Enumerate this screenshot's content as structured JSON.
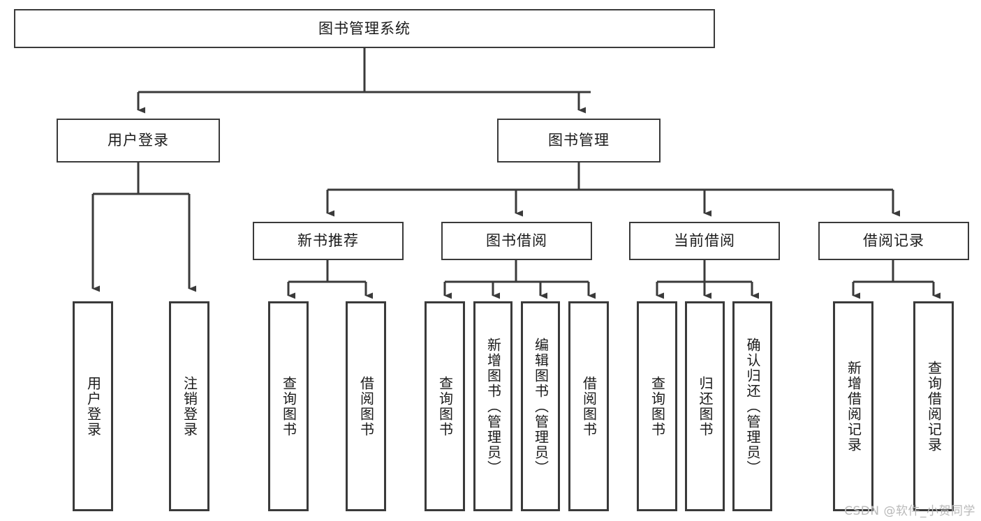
{
  "diagram": {
    "type": "tree",
    "orientation": "top-down",
    "root": {
      "id": "root",
      "label": "图书管理系统"
    },
    "level2": [
      {
        "id": "user-login",
        "label": "用户登录"
      },
      {
        "id": "book-manage",
        "label": "图书管理"
      }
    ],
    "level3": [
      {
        "id": "new-book-recommend",
        "label": "新书推荐",
        "parent": "book-manage"
      },
      {
        "id": "book-borrow",
        "label": "图书借阅",
        "parent": "book-manage"
      },
      {
        "id": "current-borrow",
        "label": "当前借阅",
        "parent": "book-manage"
      },
      {
        "id": "borrow-record",
        "label": "借阅记录",
        "parent": "book-manage"
      }
    ],
    "leaves": [
      {
        "id": "leaf-user-login",
        "label": "用户登录",
        "parent": "user-login"
      },
      {
        "id": "leaf-user-logout",
        "label": "注销登录",
        "parent": "user-login"
      },
      {
        "id": "leaf-query-book-1",
        "label": "查询图书",
        "parent": "new-book-recommend"
      },
      {
        "id": "leaf-borrow-book-1",
        "label": "借阅图书",
        "parent": "new-book-recommend"
      },
      {
        "id": "leaf-query-book-2",
        "label": "查询图书",
        "parent": "book-borrow"
      },
      {
        "id": "leaf-add-book",
        "label": "新增图书（管理员）",
        "parent": "book-borrow"
      },
      {
        "id": "leaf-edit-book",
        "label": "编辑图书（管理员）",
        "parent": "book-borrow"
      },
      {
        "id": "leaf-borrow-book-2",
        "label": "借阅图书",
        "parent": "book-borrow"
      },
      {
        "id": "leaf-query-book-3",
        "label": "查询图书",
        "parent": "current-borrow"
      },
      {
        "id": "leaf-return-book",
        "label": "归还图书",
        "parent": "current-borrow"
      },
      {
        "id": "leaf-confirm-return",
        "label": "确认归还（管理员）",
        "parent": "current-borrow"
      },
      {
        "id": "leaf-add-record",
        "label": "新增借阅记录",
        "parent": "borrow-record"
      },
      {
        "id": "leaf-query-record",
        "label": "查询借阅记录",
        "parent": "borrow-record"
      }
    ]
  },
  "watermark": {
    "text": "CSDN @软件_小贺同学"
  },
  "colors": {
    "stroke": "#3a3a3a",
    "text": "#1a1a1a",
    "background": "#ffffff",
    "watermark": "#b9b9b9"
  }
}
